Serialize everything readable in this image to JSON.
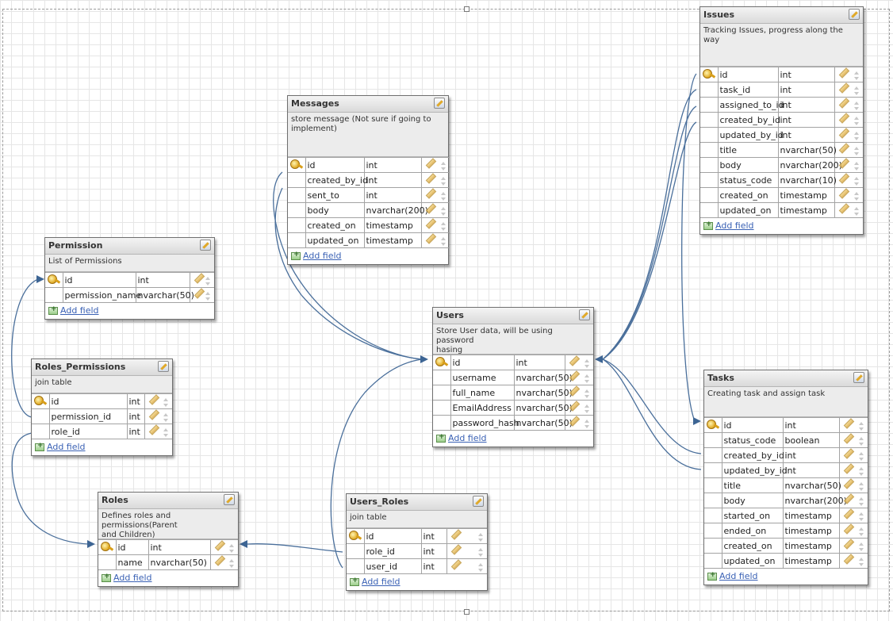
{
  "tables": [
    {
      "id": "issues",
      "name": "Issues",
      "description": [
        "Tracking Issues, progress along the way"
      ],
      "fields": [
        {
          "name": "id",
          "type": "int",
          "primary_key": true
        },
        {
          "name": "task_id",
          "type": "int"
        },
        {
          "name": "assigned_to_id",
          "type": "int"
        },
        {
          "name": "created_by_id",
          "type": "int"
        },
        {
          "name": "updated_by_id",
          "type": "int"
        },
        {
          "name": "title",
          "type": "nvarchar(50)"
        },
        {
          "name": "body",
          "type": "nvarchar(200)"
        },
        {
          "name": "status_code",
          "type": "nvarchar(10)"
        },
        {
          "name": "created_on",
          "type": "timestamp"
        },
        {
          "name": "updated_on",
          "type": "timestamp"
        }
      ],
      "add_label": "Add field"
    },
    {
      "id": "messages",
      "name": "Messages",
      "description": [
        "store message (Not sure if going to",
        "implement)"
      ],
      "fields": [
        {
          "name": "id",
          "type": "int",
          "primary_key": true
        },
        {
          "name": "created_by_id",
          "type": "int"
        },
        {
          "name": "sent_to",
          "type": "int"
        },
        {
          "name": "body",
          "type": "nvarchar(200)"
        },
        {
          "name": "created_on",
          "type": "timestamp"
        },
        {
          "name": "updated_on",
          "type": "timestamp"
        }
      ],
      "add_label": "Add field"
    },
    {
      "id": "permission",
      "name": "Permission",
      "description": [
        "List of Permissions"
      ],
      "fields": [
        {
          "name": "id",
          "type": "int",
          "primary_key": true
        },
        {
          "name": "permission_name",
          "type": "nvarchar(50)"
        }
      ],
      "add_label": "Add field"
    },
    {
      "id": "users",
      "name": "Users",
      "description": [
        "Store User data, will be using password",
        "hasing"
      ],
      "fields": [
        {
          "name": "id",
          "type": "int",
          "primary_key": true
        },
        {
          "name": "username",
          "type": "nvarchar(50)"
        },
        {
          "name": "full_name",
          "type": "nvarchar(50)"
        },
        {
          "name": "EmailAddress",
          "type": "nvarchar(50)"
        },
        {
          "name": "password_hash",
          "type": "nvarchar(50)"
        }
      ],
      "add_label": "Add field"
    },
    {
      "id": "roles_permissions",
      "name": "Roles_Permissions",
      "description": [
        "join table"
      ],
      "fields": [
        {
          "name": "id",
          "type": "int",
          "primary_key": true
        },
        {
          "name": "permission_id",
          "type": "int"
        },
        {
          "name": "role_id",
          "type": "int"
        }
      ],
      "add_label": "Add field"
    },
    {
      "id": "tasks",
      "name": "Tasks",
      "description": [
        "Creating task and assign task"
      ],
      "fields": [
        {
          "name": "id",
          "type": "int",
          "primary_key": true
        },
        {
          "name": "status_code",
          "type": "boolean"
        },
        {
          "name": "created_by_id",
          "type": "int"
        },
        {
          "name": "updated_by_id",
          "type": "int"
        },
        {
          "name": "title",
          "type": "nvarchar(50)"
        },
        {
          "name": "body",
          "type": "nvarchar(200)"
        },
        {
          "name": "started_on",
          "type": "timestamp"
        },
        {
          "name": "ended_on",
          "type": "timestamp"
        },
        {
          "name": "created_on",
          "type": "timestamp"
        },
        {
          "name": "updated_on",
          "type": "timestamp"
        }
      ],
      "add_label": "Add field"
    },
    {
      "id": "roles",
      "name": "Roles",
      "description": [
        "Defines roles and permissions(Parent",
        "and Children)"
      ],
      "fields": [
        {
          "name": "id",
          "type": "int",
          "primary_key": true
        },
        {
          "name": "name",
          "type": "nvarchar(50)"
        }
      ],
      "add_label": "Add field"
    },
    {
      "id": "users_roles",
      "name": "Users_Roles",
      "description": [
        "join table"
      ],
      "fields": [
        {
          "name": "id",
          "type": "int",
          "primary_key": true
        },
        {
          "name": "role_id",
          "type": "int"
        },
        {
          "name": "user_id",
          "type": "int"
        }
      ],
      "add_label": "Add field"
    }
  ],
  "relationships": [
    {
      "from": "roles_permissions.permission_id",
      "to": "permission.id"
    },
    {
      "from": "roles_permissions.role_id",
      "to": "roles.id"
    },
    {
      "from": "users_roles.role_id",
      "to": "roles.id"
    },
    {
      "from": "users_roles.user_id",
      "to": "users.id"
    },
    {
      "from": "messages.created_by_id",
      "to": "users.id"
    },
    {
      "from": "messages.sent_to",
      "to": "users.id"
    },
    {
      "from": "issues.task_id",
      "to": "tasks.id"
    },
    {
      "from": "issues.assigned_to_id",
      "to": "users.id"
    },
    {
      "from": "issues.created_by_id",
      "to": "users.id"
    },
    {
      "from": "issues.updated_by_id",
      "to": "users.id"
    },
    {
      "from": "tasks.created_by_id",
      "to": "users.id"
    },
    {
      "from": "tasks.updated_by_id",
      "to": "users.id"
    }
  ],
  "colors": {
    "link": "#4a6f9b",
    "link_arrow": "#3d6594",
    "add_link": "#3b62b5"
  }
}
